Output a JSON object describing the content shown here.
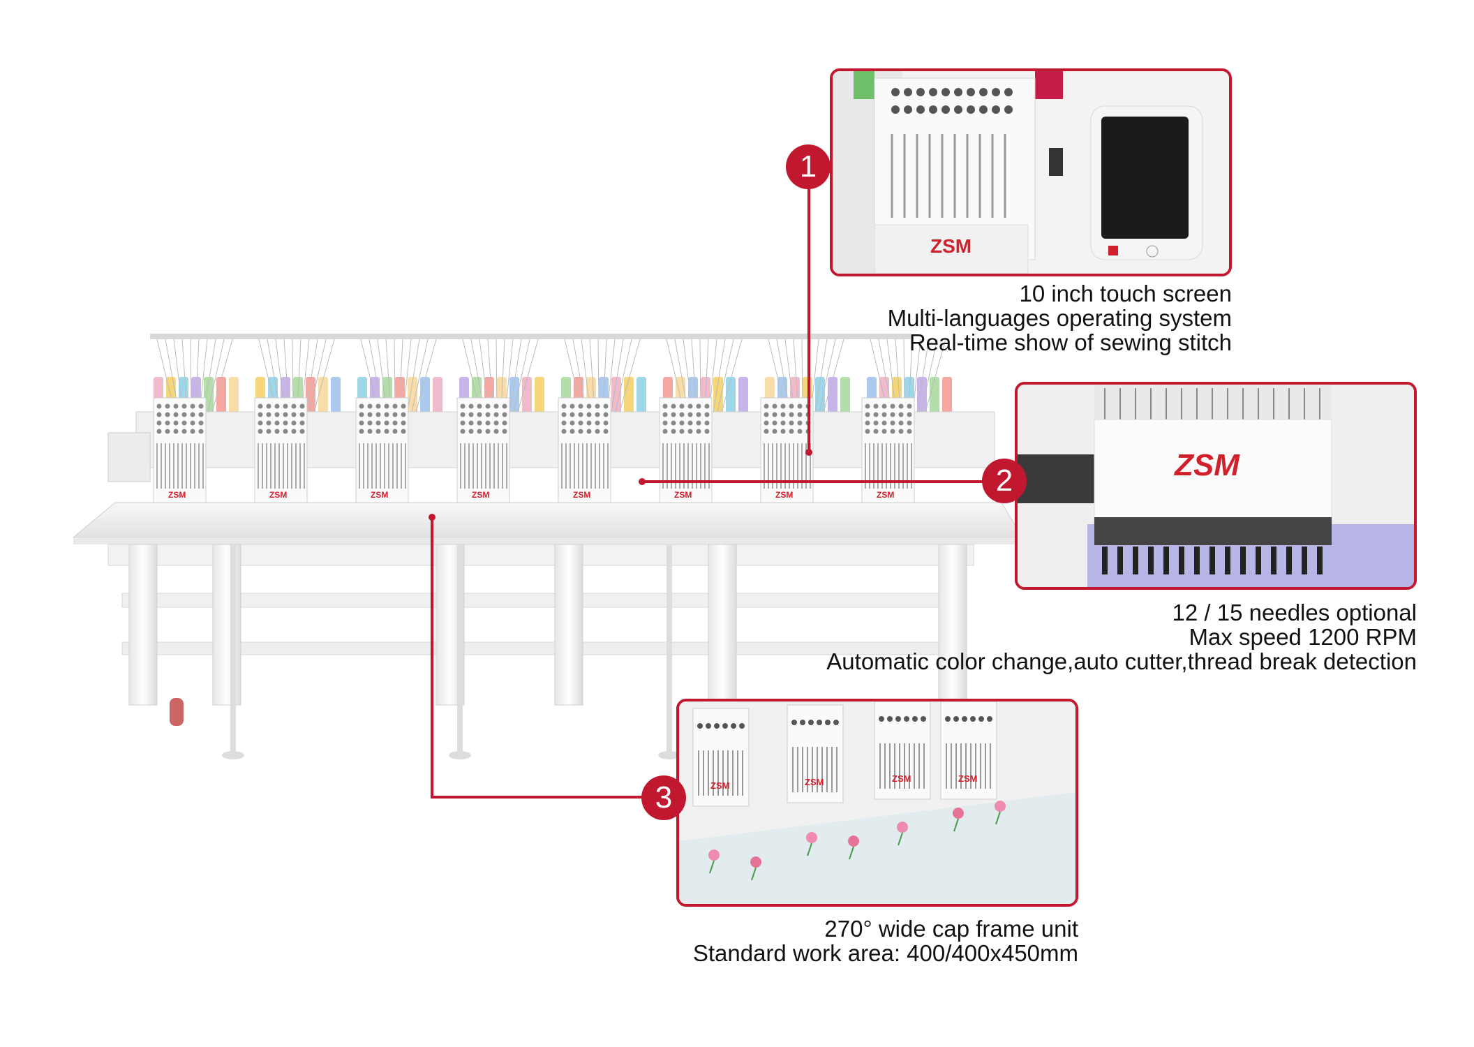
{
  "brand": "ZSM",
  "accent_color": "#c2182f",
  "features": [
    {
      "number": "1",
      "photo": "touch-screen-closeup",
      "lines": [
        "10 inch touch screen",
        "Multi-languages operating system",
        "Real-time show of sewing stitch"
      ]
    },
    {
      "number": "2",
      "photo": "needle-head-closeup",
      "lines": [
        "12 / 15 needles optional",
        "Max speed 1200 RPM",
        "Automatic color change,auto cutter,thread break detection"
      ]
    },
    {
      "number": "3",
      "photo": "cap-frame-closeup",
      "lines": [
        "270° wide cap frame unit",
        "Standard work area: 400/400x450mm"
      ]
    }
  ]
}
